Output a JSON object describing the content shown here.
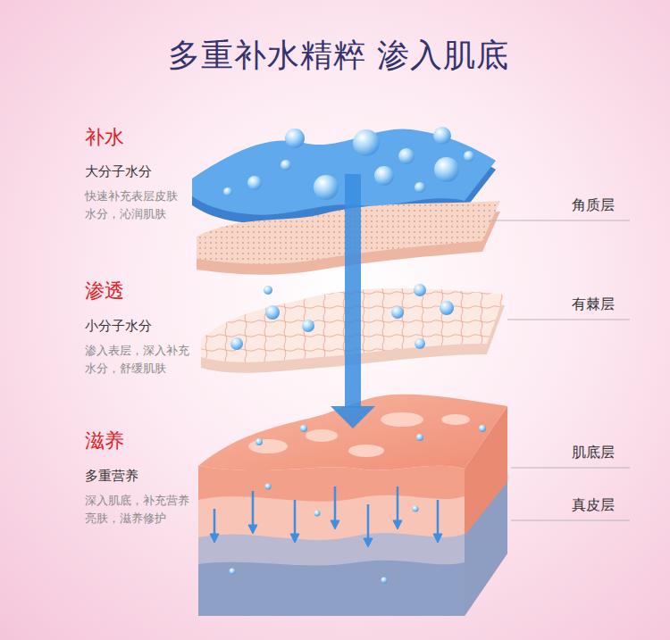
{
  "diagram": {
    "title": "多重补水精粹 渗入肌底",
    "labels": [
      "补水",
      "大分子水分",
      "快速补充表层皮肤 水分，沁润肌肤",
      "渗透",
      "小分子水分",
      "渗入表层，深入补充 水分，舒缓肌肤",
      "滋养",
      "多重营养",
      "深入肌底，补充营养 亮肤，滋养修护",
      "角质层",
      "有棘层",
      "肌底层",
      "真皮层"
    ]
  }
}
